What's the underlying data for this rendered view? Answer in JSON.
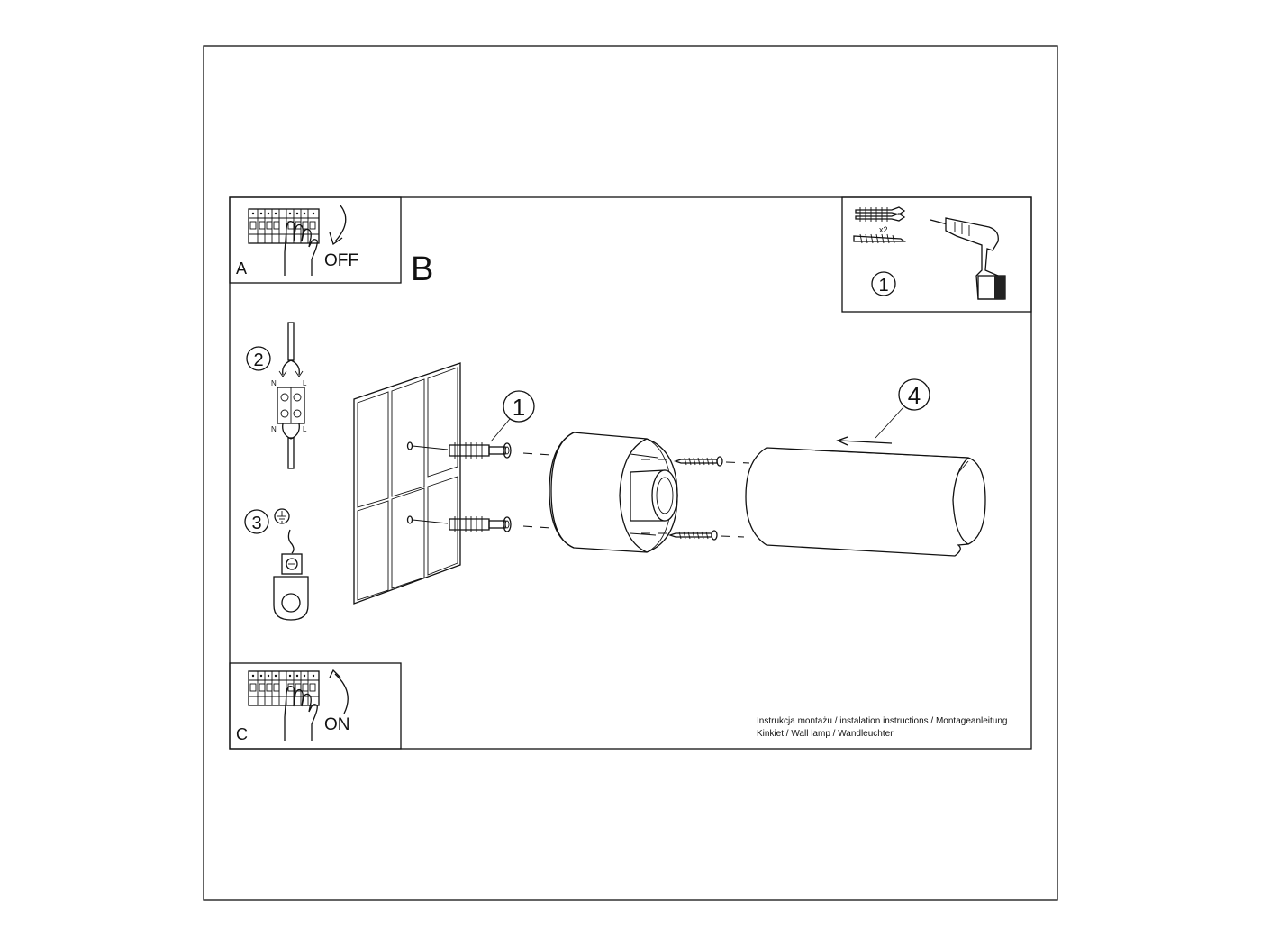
{
  "panels": {
    "a": {
      "letter": "A",
      "caption": "OFF"
    },
    "b": {
      "letter": "B"
    },
    "c": {
      "letter": "C",
      "caption": "ON"
    }
  },
  "tools": {
    "quantity": "x2",
    "step": "1"
  },
  "steps": {
    "wiring": "2",
    "ground": "3",
    "anchors": "1",
    "cover": "4"
  },
  "wiring_labels": {
    "neutral": "N",
    "live": "L"
  },
  "footer": {
    "line1": "Instrukcja montażu / instalation instructions / Montageanleitung",
    "line2": "Kinkiet / Wall lamp / Wandleuchter"
  }
}
